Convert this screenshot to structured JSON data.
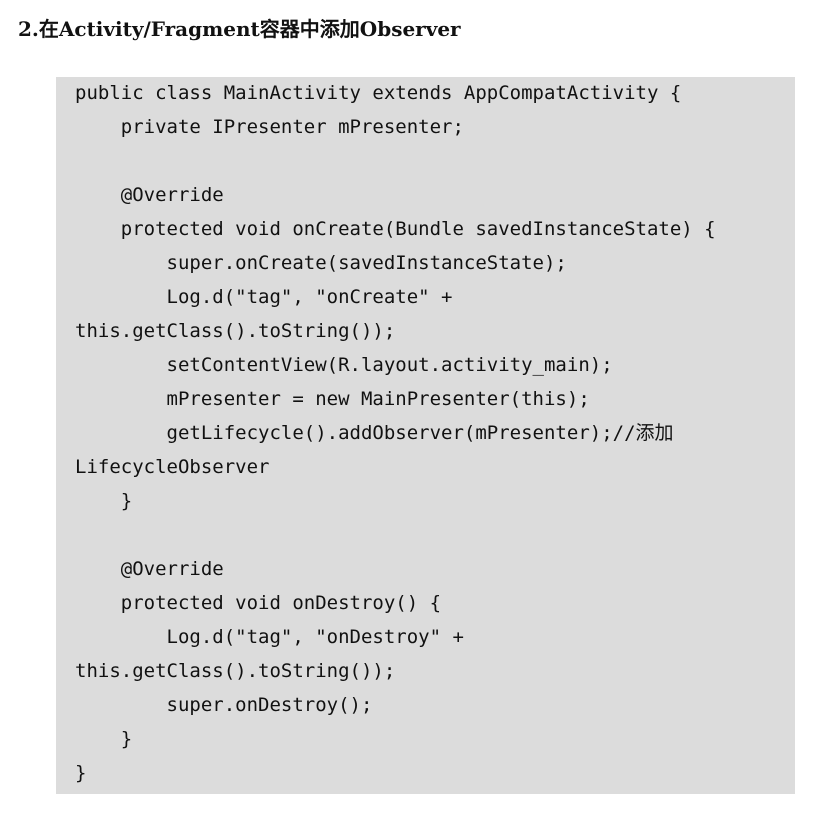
{
  "heading": "2.在Activity/Fragment容器中添加Observer",
  "code_lines": [
    "public class MainActivity extends AppCompatActivity {",
    "    private IPresenter mPresenter;",
    "",
    "    @Override",
    "    protected void onCreate(Bundle savedInstanceState) {",
    "        super.onCreate(savedInstanceState);",
    "        Log.d(\"tag\", \"onCreate\" +",
    "this.getClass().toString());",
    "        setContentView(R.layout.activity_main);",
    "        mPresenter = new MainPresenter(this);",
    "        getLifecycle().addObserver(mPresenter);//添加",
    "LifecycleObserver",
    "    }",
    "",
    "    @Override",
    "    protected void onDestroy() {",
    "        Log.d(\"tag\", \"onDestroy\" +",
    "this.getClass().toString());",
    "        super.onDestroy();",
    "    }",
    "}"
  ],
  "colors": {
    "code_background": "#dcdcdc",
    "text": "#111111"
  }
}
